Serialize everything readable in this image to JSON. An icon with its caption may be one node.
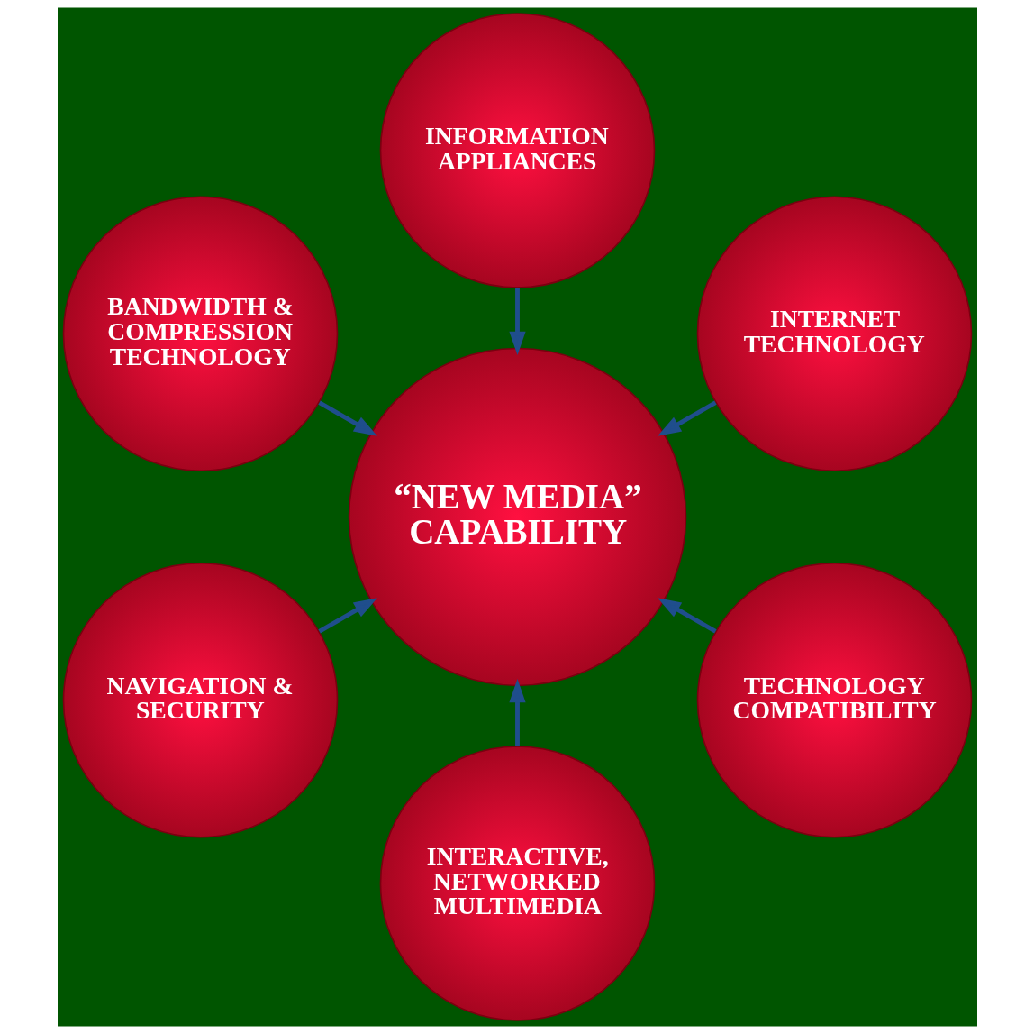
{
  "diagram": {
    "nodes": [
      {
        "text": [
          "INTERNET TECHNOLOGY"
        ]
      },
      {
        "text": [
          "INFORMATION APPLIANCES"
        ]
      },
      {
        "text": [
          "BANDWIDTH & COMPRESSION TECHNOLOGY"
        ]
      },
      {
        "text": [
          "“NEW MEDIA” CAPABILITY"
        ]
      },
      {
        "text": [
          "NAVIGATION & SECURITY"
        ]
      },
      {
        "text": [
          "INTERACTIVE, NETWORKED MULTIMEDIA"
        ]
      },
      {
        "text": [
          "TECHNOLOGY COMPATIBILITY"
        ]
      }
    ],
    "edges": [
      {
        "from": 0,
        "to": 3,
        "arrow": "to"
      },
      {
        "from": 1,
        "to": 3,
        "arrow": "to"
      },
      {
        "from": 2,
        "to": 3,
        "arrow": "to"
      },
      {
        "from": 4,
        "to": 3,
        "arrow": "to"
      },
      {
        "from": 5,
        "to": 3,
        "arrow": "to"
      },
      {
        "from": 6,
        "to": 3,
        "arrow": "to"
      }
    ]
  }
}
